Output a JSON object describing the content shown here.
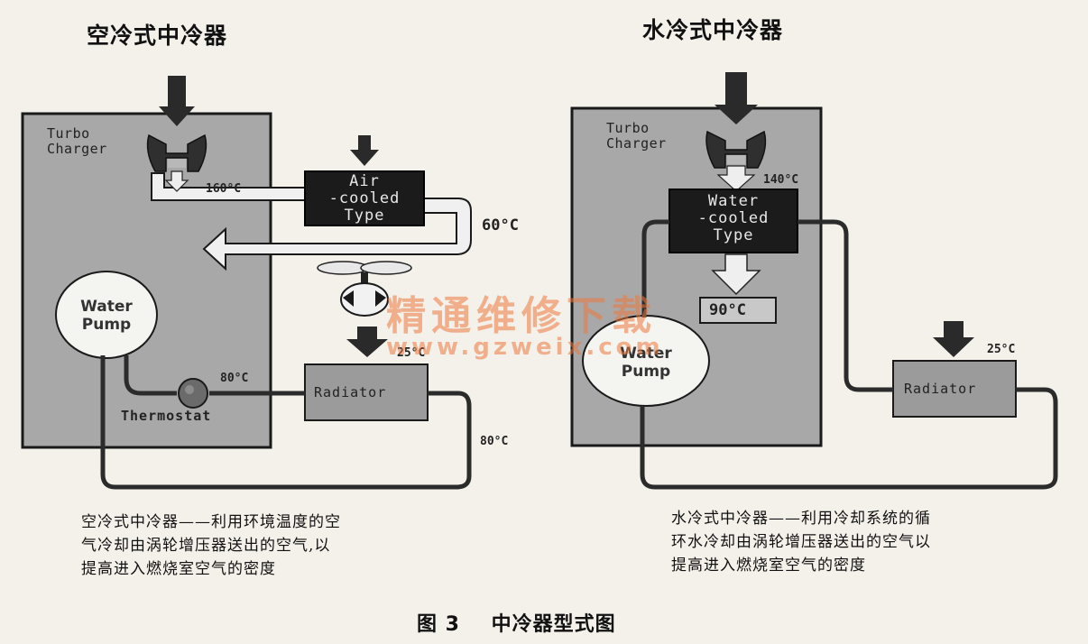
{
  "left": {
    "title": "空冷式中冷器",
    "turbo_label": "Turbo\nCharger",
    "core_label": "Air\n-cooled\nType",
    "pump_label": "Water\nPump",
    "radiator_label": "Radiator",
    "thermostat_label": "Thermostat",
    "temp_turbo_out": "160°C",
    "temp_core_out": "60°C",
    "temp_ambient": "25°C",
    "temp_thermostat": "80°C",
    "temp_return": "80°C",
    "caption": "空冷式中冷器——利用环境温度的空\n气冷却由涡轮增压器送出的空气,以\n提高进入燃烧室空气的密度"
  },
  "right": {
    "title": "水冷式中冷器",
    "turbo_label": "Turbo\nCharger",
    "core_label": "Water\n-cooled\nType",
    "pump_label": "Water\nPump",
    "radiator_label": "Radiator",
    "temp_turbo_out": "140°C",
    "temp_core_out": "90°C",
    "temp_ambient": "25°C",
    "caption": "水冷式中冷器——利用冷却系统的循\n环水冷却由涡轮增压器送出的空气以\n提高进入燃烧室空气的密度"
  },
  "figure_caption": "图 3    中冷器型式图",
  "watermark": {
    "text": "精通维修下载",
    "url": "www.gzweix.com"
  },
  "colors": {
    "engine_block": "#a9a9a9",
    "core_box": "#1b1b1b",
    "pipe": "#2b2b2b",
    "watermark": "#ec763c"
  }
}
